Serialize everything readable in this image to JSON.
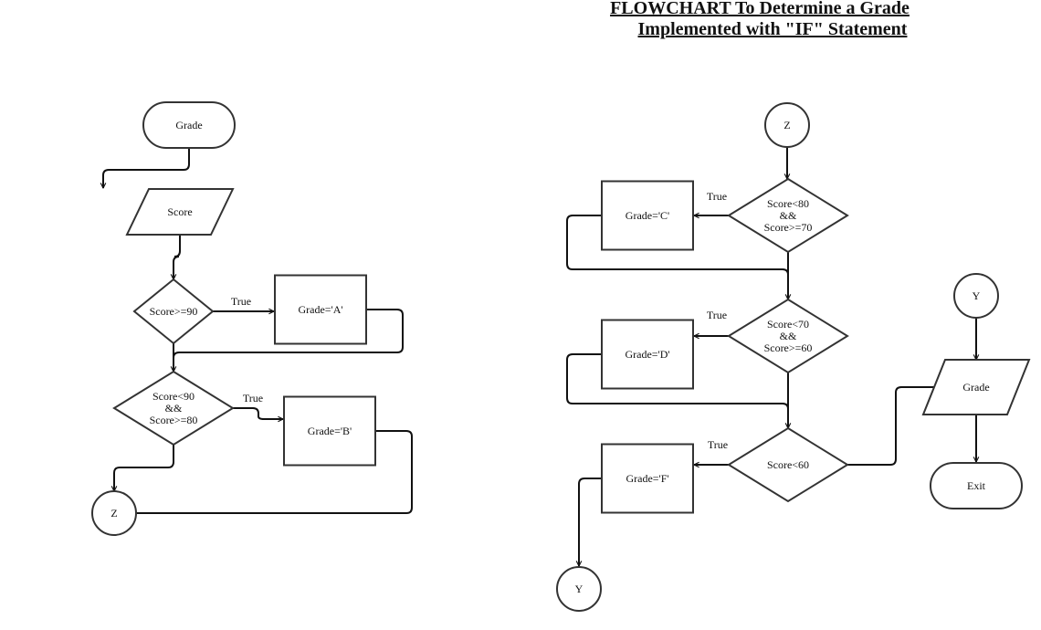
{
  "title": {
    "line1": "FLOWCHART To Determine a Grade",
    "line2": "Implemented with \"IF\" Statement"
  },
  "colors": {
    "stroke": "#333333",
    "text": "#111111",
    "background": "#ffffff"
  },
  "nodes": {
    "grade_start": {
      "shape": "terminator",
      "lines": [
        "Grade"
      ]
    },
    "score_input": {
      "shape": "parallelogram",
      "lines": [
        "Score"
      ]
    },
    "decision_a": {
      "shape": "diamond",
      "lines": [
        "Score>=90"
      ]
    },
    "grade_a": {
      "shape": "process",
      "lines": [
        "Grade='A'"
      ]
    },
    "decision_b": {
      "shape": "diamond",
      "lines": [
        "Score<90",
        "&&",
        "Score>=80"
      ]
    },
    "grade_b": {
      "shape": "process",
      "lines": [
        "Grade='B'"
      ]
    },
    "connector_z_out": {
      "shape": "connector",
      "lines": [
        "Z"
      ]
    },
    "connector_z_in": {
      "shape": "connector",
      "lines": [
        "Z"
      ]
    },
    "decision_c": {
      "shape": "diamond",
      "lines": [
        "Score<80",
        "&&",
        "Score>=70"
      ]
    },
    "grade_c": {
      "shape": "process",
      "lines": [
        "Grade='C'"
      ]
    },
    "decision_d": {
      "shape": "diamond",
      "lines": [
        "Score<70",
        "&&",
        "Score>=60"
      ]
    },
    "grade_d": {
      "shape": "process",
      "lines": [
        "Grade='D'"
      ]
    },
    "decision_f": {
      "shape": "diamond",
      "lines": [
        "Score<60"
      ]
    },
    "grade_f": {
      "shape": "process",
      "lines": [
        "Grade='F'"
      ]
    },
    "connector_y_out": {
      "shape": "connector",
      "lines": [
        "Y"
      ]
    },
    "connector_y_in": {
      "shape": "connector",
      "lines": [
        "Y"
      ]
    },
    "grade_output": {
      "shape": "parallelogram",
      "lines": [
        "Grade"
      ]
    },
    "exit": {
      "shape": "terminator",
      "lines": [
        "Exit"
      ]
    }
  },
  "edges": [
    {
      "from": "grade_start",
      "to": "score_input",
      "label": ""
    },
    {
      "from": "score_input",
      "to": "decision_a",
      "label": ""
    },
    {
      "from": "decision_a",
      "to": "grade_a",
      "label": "True"
    },
    {
      "from": "grade_a",
      "to": "decision_b",
      "label": ""
    },
    {
      "from": "decision_a",
      "to": "decision_b",
      "label": ""
    },
    {
      "from": "decision_b",
      "to": "grade_b",
      "label": "True"
    },
    {
      "from": "decision_b",
      "to": "connector_z_out",
      "label": ""
    },
    {
      "from": "grade_b",
      "to": "connector_z_out",
      "label": ""
    },
    {
      "from": "connector_z_in",
      "to": "decision_c",
      "label": ""
    },
    {
      "from": "decision_c",
      "to": "grade_c",
      "label": "True"
    },
    {
      "from": "grade_c",
      "to": "decision_d",
      "label": ""
    },
    {
      "from": "decision_c",
      "to": "decision_d",
      "label": ""
    },
    {
      "from": "decision_d",
      "to": "grade_d",
      "label": "True"
    },
    {
      "from": "grade_d",
      "to": "decision_f",
      "label": ""
    },
    {
      "from": "decision_d",
      "to": "decision_f",
      "label": ""
    },
    {
      "from": "decision_f",
      "to": "grade_f",
      "label": "True"
    },
    {
      "from": "grade_f",
      "to": "connector_y_out",
      "label": ""
    },
    {
      "from": "decision_f",
      "to": "grade_output",
      "label": ""
    },
    {
      "from": "connector_y_in",
      "to": "grade_output",
      "label": ""
    },
    {
      "from": "grade_output",
      "to": "exit",
      "label": ""
    }
  ]
}
